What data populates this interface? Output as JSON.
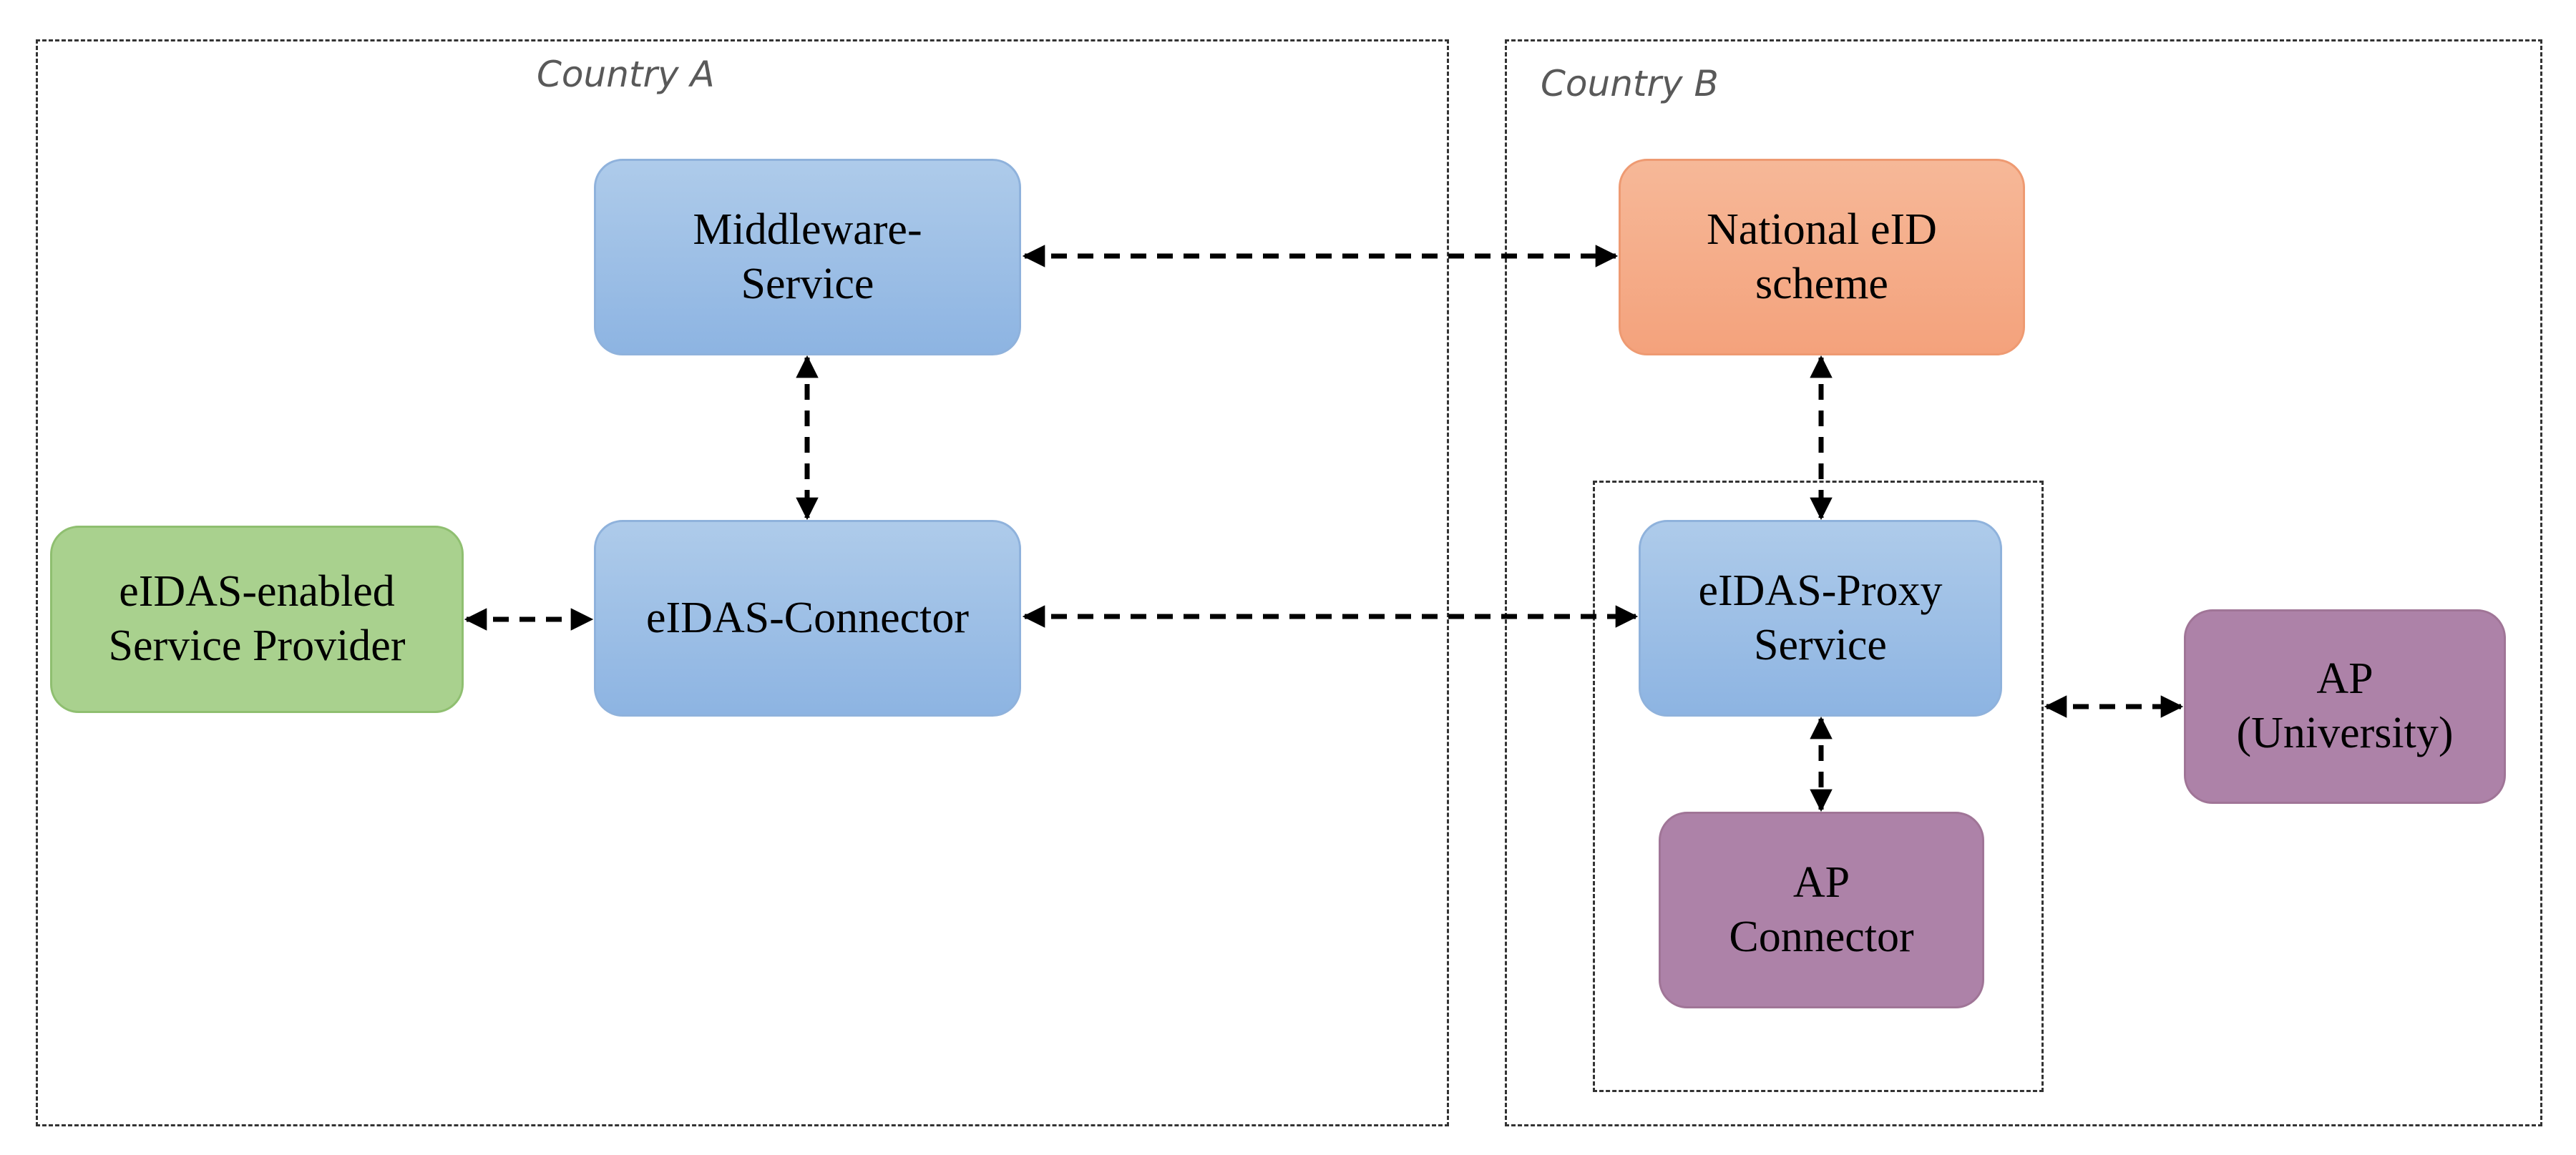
{
  "regions": {
    "country_a": "Country A",
    "country_b": "Country B"
  },
  "nodes": {
    "middleware_service": [
      "Middleware-",
      "Service"
    ],
    "eidas_connector": [
      "eIDAS-Connector"
    ],
    "service_provider": [
      "eIDAS-enabled",
      "Service Provider"
    ],
    "national_eid": [
      "National eID",
      "scheme"
    ],
    "proxy_service": [
      "eIDAS-Proxy",
      "Service"
    ],
    "ap_connector": [
      "AP",
      "Connector"
    ],
    "ap_university": [
      "AP",
      "(University)"
    ]
  },
  "colors": {
    "blue": "#9dc0e7",
    "green": "#a9d18e",
    "orange": "#f5ad88",
    "purple": "#ad82a8",
    "edge": "#000000"
  }
}
